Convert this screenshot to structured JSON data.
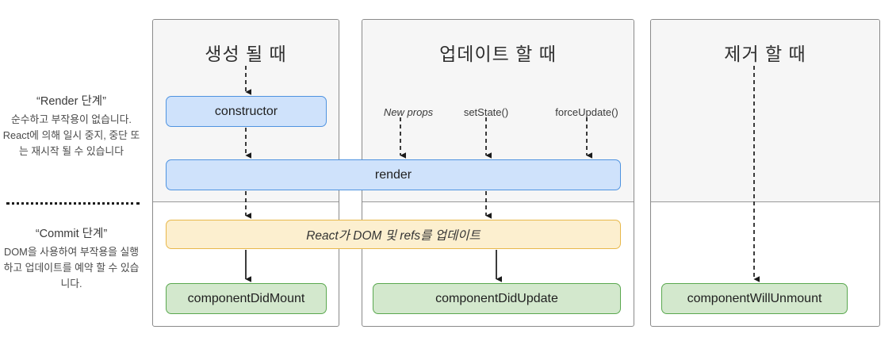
{
  "legend": {
    "render_phase": {
      "title": "“Render 단계”",
      "body": "순수하고 부작용이 없습니다. React에 의해 일시 중지, 중단 또는 재시작 될 수 있습니다"
    },
    "commit_phase": {
      "title": "“Commit 단계”",
      "body": "DOM을 사용하여 부작용을 실행하고 업데이트를 예약 할 수 있습니다."
    }
  },
  "columns": [
    {
      "id": "mount",
      "title": "생성 될 때"
    },
    {
      "id": "update",
      "title": "업데이트 할 때"
    },
    {
      "id": "unmount",
      "title": "제거 할 때"
    }
  ],
  "triggers": [
    {
      "id": "new-props",
      "label": "New props"
    },
    {
      "id": "set-state",
      "label": "setState()"
    },
    {
      "id": "force-update",
      "label": "forceUpdate()"
    }
  ],
  "nodes": {
    "constructor": "constructor",
    "render": "render",
    "commit_update": "React가 DOM 및 refs를 업데이트",
    "component_did_mount": "componentDidMount",
    "component_did_update": "componentDidUpdate",
    "component_will_unmount": "componentWillUnmount"
  },
  "colors": {
    "render_node_fill": "#cfe2fb",
    "render_node_border": "#4f93e0",
    "commit_node_fill": "#fcefcf",
    "commit_node_border": "#e8b84b",
    "lifecycle_node_fill": "#d3e8cd",
    "lifecycle_node_border": "#5aa84f",
    "render_zone_bg": "#f6f6f6",
    "panel_border": "#8a8a8a",
    "arrow": "#1a1a1a"
  }
}
